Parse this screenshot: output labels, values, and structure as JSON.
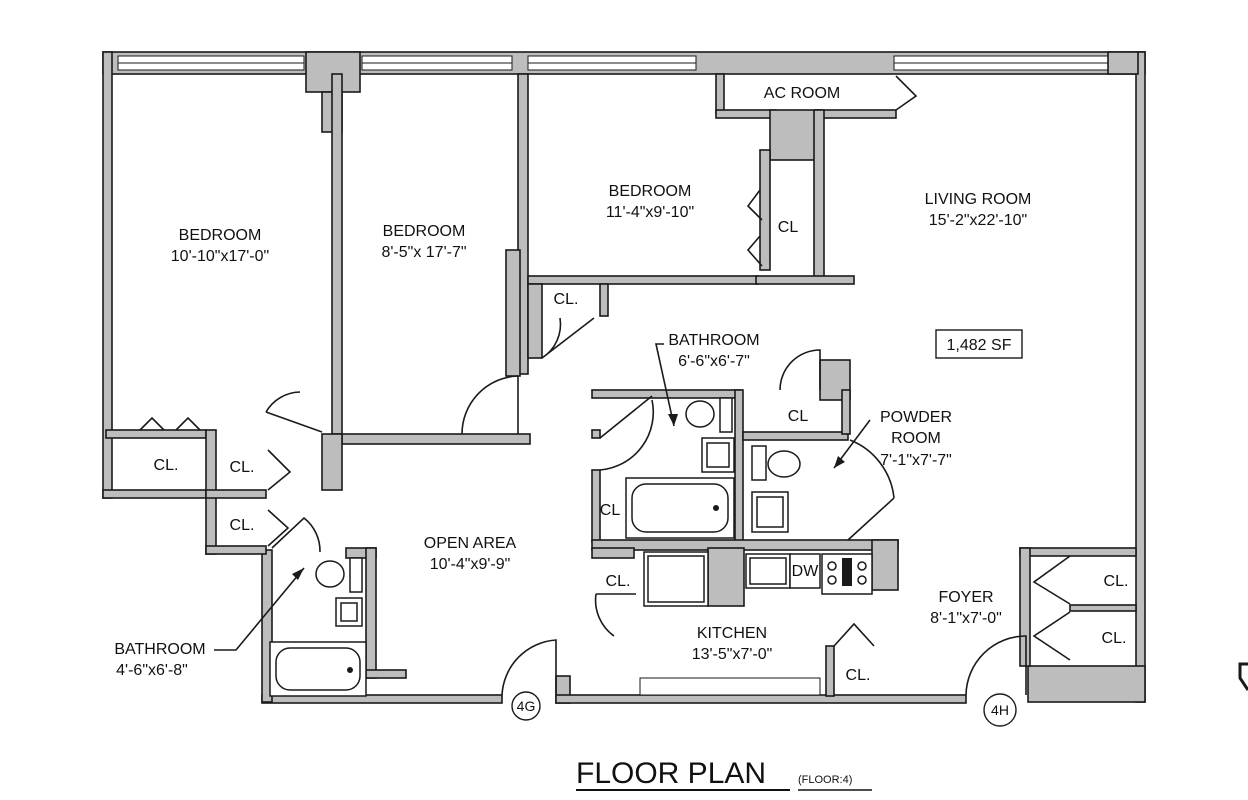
{
  "rooms": {
    "bedroom1": {
      "name": "BEDROOM",
      "dim": "10'-10\"x17'-0\""
    },
    "bedroom2": {
      "name": "BEDROOM",
      "dim": "8'-5\"x 17'-7\""
    },
    "bedroom3": {
      "name": "BEDROOM",
      "dim": "11'-4\"x9'-10\""
    },
    "living": {
      "name": "LIVING ROOM",
      "dim": "15'-2\"x22'-10\""
    },
    "ac_room": {
      "name": "AC ROOM"
    },
    "bathroom_main": {
      "name": "BATHROOM",
      "dim": "6'-6\"x6'-7\""
    },
    "powder": {
      "name_line1": "POWDER",
      "name_line2": "ROOM",
      "dim": "7'-1\"x7'-7\""
    },
    "open_area": {
      "name": "OPEN AREA",
      "dim": "10'-4\"x9'-9\""
    },
    "kitchen": {
      "name": "KITCHEN",
      "dim": "13'-5\"x7'-0\""
    },
    "foyer": {
      "name": "FOYER",
      "dim": "8'-1\"x7'-0\""
    },
    "bathroom_small": {
      "name": "BATHROOM",
      "dim": "4'-6\"x6'-8\""
    }
  },
  "closets": {
    "cl_bed1": "CL.",
    "cl_hall_top": "CL.",
    "cl_hall_bottom": "CL.",
    "cl_bed3": "CL.",
    "cl_living": "CL",
    "cl_bath": "CL",
    "cl_linen": "CL",
    "cl_kitchen_left": "CL.",
    "cl_kitchen_right": "CL.",
    "cl_foyer_top": "CL.",
    "cl_foyer_bottom": "CL."
  },
  "area": "1,482 SF",
  "appliance_dw": "DW",
  "units": {
    "left": "4G",
    "right": "4H"
  },
  "title": {
    "main": "FLOOR PLAN",
    "sub": "(FLOOR:4)"
  }
}
